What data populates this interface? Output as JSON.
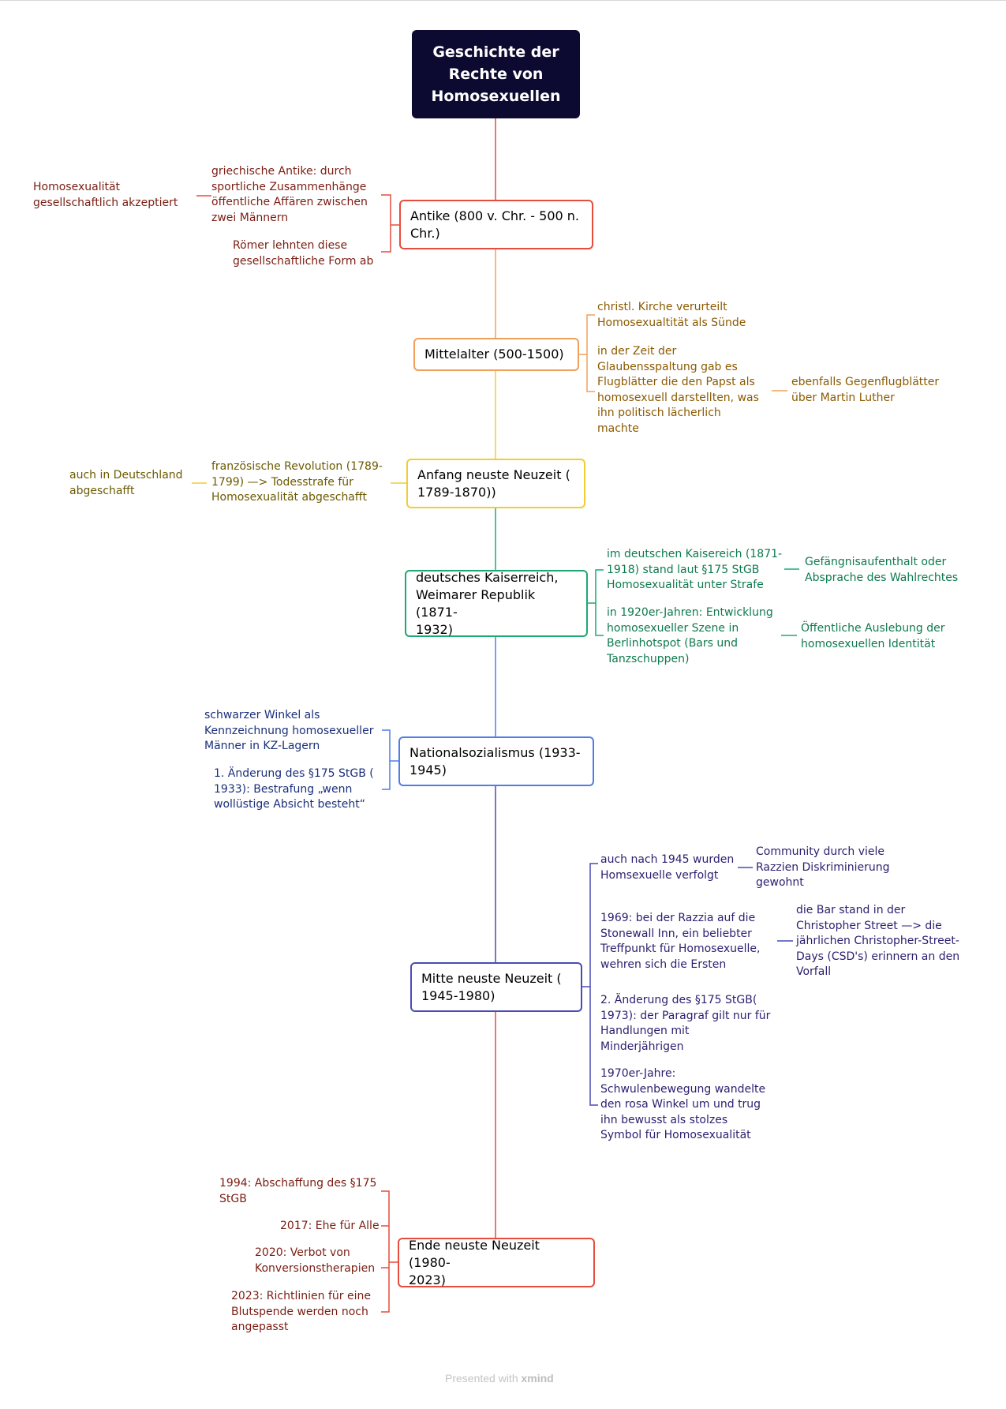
{
  "root": {
    "title": "Geschichte der\nRechte von\nHomosexuellen"
  },
  "colors": {
    "red": "#e74c3c",
    "orange": "#f0a05a",
    "yellow": "#f2cc32",
    "green": "#1fa872",
    "blue": "#4f7de8",
    "indigo": "#4a4ab8",
    "darkred": "#7a1d12",
    "brown": "#8b5a00",
    "olive": "#6b5a00",
    "darkgreen": "#0d7a4f",
    "navy": "#1a2f7a",
    "darkindigo": "#2d2070"
  },
  "topics": [
    {
      "id": "antike",
      "label": "Antike (800 v. Chr. - 500 n.\nChr.)",
      "color": "#e74c3c",
      "text_color": "#7a1d12",
      "left": [
        {
          "text": "griechische Antike: durch\nsportliche Zusammenhänge\nöffentliche Affären zwischen\nzwei Männern",
          "children": [
            {
              "text": "Homosexualität\ngesellschaftlich akzeptiert"
            }
          ]
        },
        {
          "text": "Römer lehnten diese\ngesellschaftliche Form ab"
        }
      ],
      "right": []
    },
    {
      "id": "mittelalter",
      "label": "Mittelalter (500-1500)",
      "color": "#f0a05a",
      "text_color": "#8b5a00",
      "left": [],
      "right": [
        {
          "text": "christl. Kirche verurteilt\nHomosexualtität als Sünde"
        },
        {
          "text": "in der Zeit der\nGlaubensspaltung gab es\nFlugblätter die den Papst als\nhomosexuell darstellten, was\nihn politisch lächerlich\nmachte",
          "children": [
            {
              "text": "ebenfalls Gegenflugblätter\nüber Martin Luther"
            }
          ]
        }
      ]
    },
    {
      "id": "neuzeit-anfang",
      "label": "Anfang neuste Neuzeit (\n1789-1870))",
      "color": "#f2cc32",
      "text_color": "#6b5a00",
      "left": [
        {
          "text": "französische Revolution (1789-\n1799) —> Todesstrafe für\nHomosexualität abgeschafft",
          "children": [
            {
              "text": "auch in Deutschland\nabgeschafft"
            }
          ]
        }
      ],
      "right": []
    },
    {
      "id": "kaiserreich",
      "label": "deutsches Kaiserreich,\nWeimarer Republik (1871-\n1932)",
      "color": "#1fa872",
      "text_color": "#0d7a4f",
      "left": [],
      "right": [
        {
          "text": "im deutschen Kaisereich (1871-\n1918) stand laut §175 StGB\nHomosexualität unter Strafe",
          "children": [
            {
              "text": "Gefängnisaufenthalt oder\nAbsprache des Wahlrechtes"
            }
          ]
        },
        {
          "text": "in 1920er-Jahren: Entwicklung\nhomosexueller Szene in\nBerlinhotspot (Bars und\nTanzschuppen)",
          "children": [
            {
              "text": "Öffentliche Auslebung der\nhomosexuellen Identität"
            }
          ]
        }
      ]
    },
    {
      "id": "ns",
      "label": "Nationalsozialismus (1933-\n1945)",
      "color": "#4f7de8",
      "text_color": "#1a2f7a",
      "left": [
        {
          "text": "schwarzer Winkel als\nKennzeichnung homosexueller\nMänner in KZ-Lagern"
        },
        {
          "text": "1. Änderung des §175 StGB (\n1933): Bestrafung „wenn\nwollüstige Absicht besteht“"
        }
      ],
      "right": []
    },
    {
      "id": "neuzeit-mitte",
      "label": "Mitte neuste Neuzeit (\n1945-1980)",
      "color": "#4a4ab8",
      "text_color": "#2d2070",
      "left": [],
      "right": [
        {
          "text": "auch nach 1945 wurden\nHomsexuelle verfolgt",
          "children": [
            {
              "text": "Community durch viele\nRazzien Diskriminierung\ngewohnt"
            }
          ]
        },
        {
          "text": "1969: bei der Razzia auf die\nStonewall Inn, ein beliebter\nTreffpunkt für Homosexuelle,\nwehren sich die Ersten",
          "children": [
            {
              "text": "die Bar stand in der\nChristopher Street —> die\njährlichen Christopher-Street-\nDays (CSD's) erinnern an den\nVorfall"
            }
          ]
        },
        {
          "text": "2. Änderung des §175 StGB(\n1973): der Paragraf gilt nur für\nHandlungen mit\nMinderjährigen"
        },
        {
          "text": "1970er-Jahre:\nSchwulenbewegung wandelte\nden rosa Winkel um und trug\nihn bewusst als stolzes\nSymbol für Homosexualität"
        }
      ]
    },
    {
      "id": "neuzeit-ende",
      "label": "Ende neuste Neuzeit (1980-\n2023)",
      "color": "#e74c3c",
      "text_color": "#7a1d12",
      "left": [
        {
          "text": "1994: Abschaffung des §175\nStGB"
        },
        {
          "text": "2017: Ehe für Alle"
        },
        {
          "text": "2020: Verbot von\nKonversionstherapien"
        },
        {
          "text": "2023: Richtlinien für eine\nBlutspende werden noch\nangepasst"
        }
      ],
      "right": []
    }
  ],
  "footer": {
    "prefix": "Presented with",
    "brand": "xmind"
  }
}
